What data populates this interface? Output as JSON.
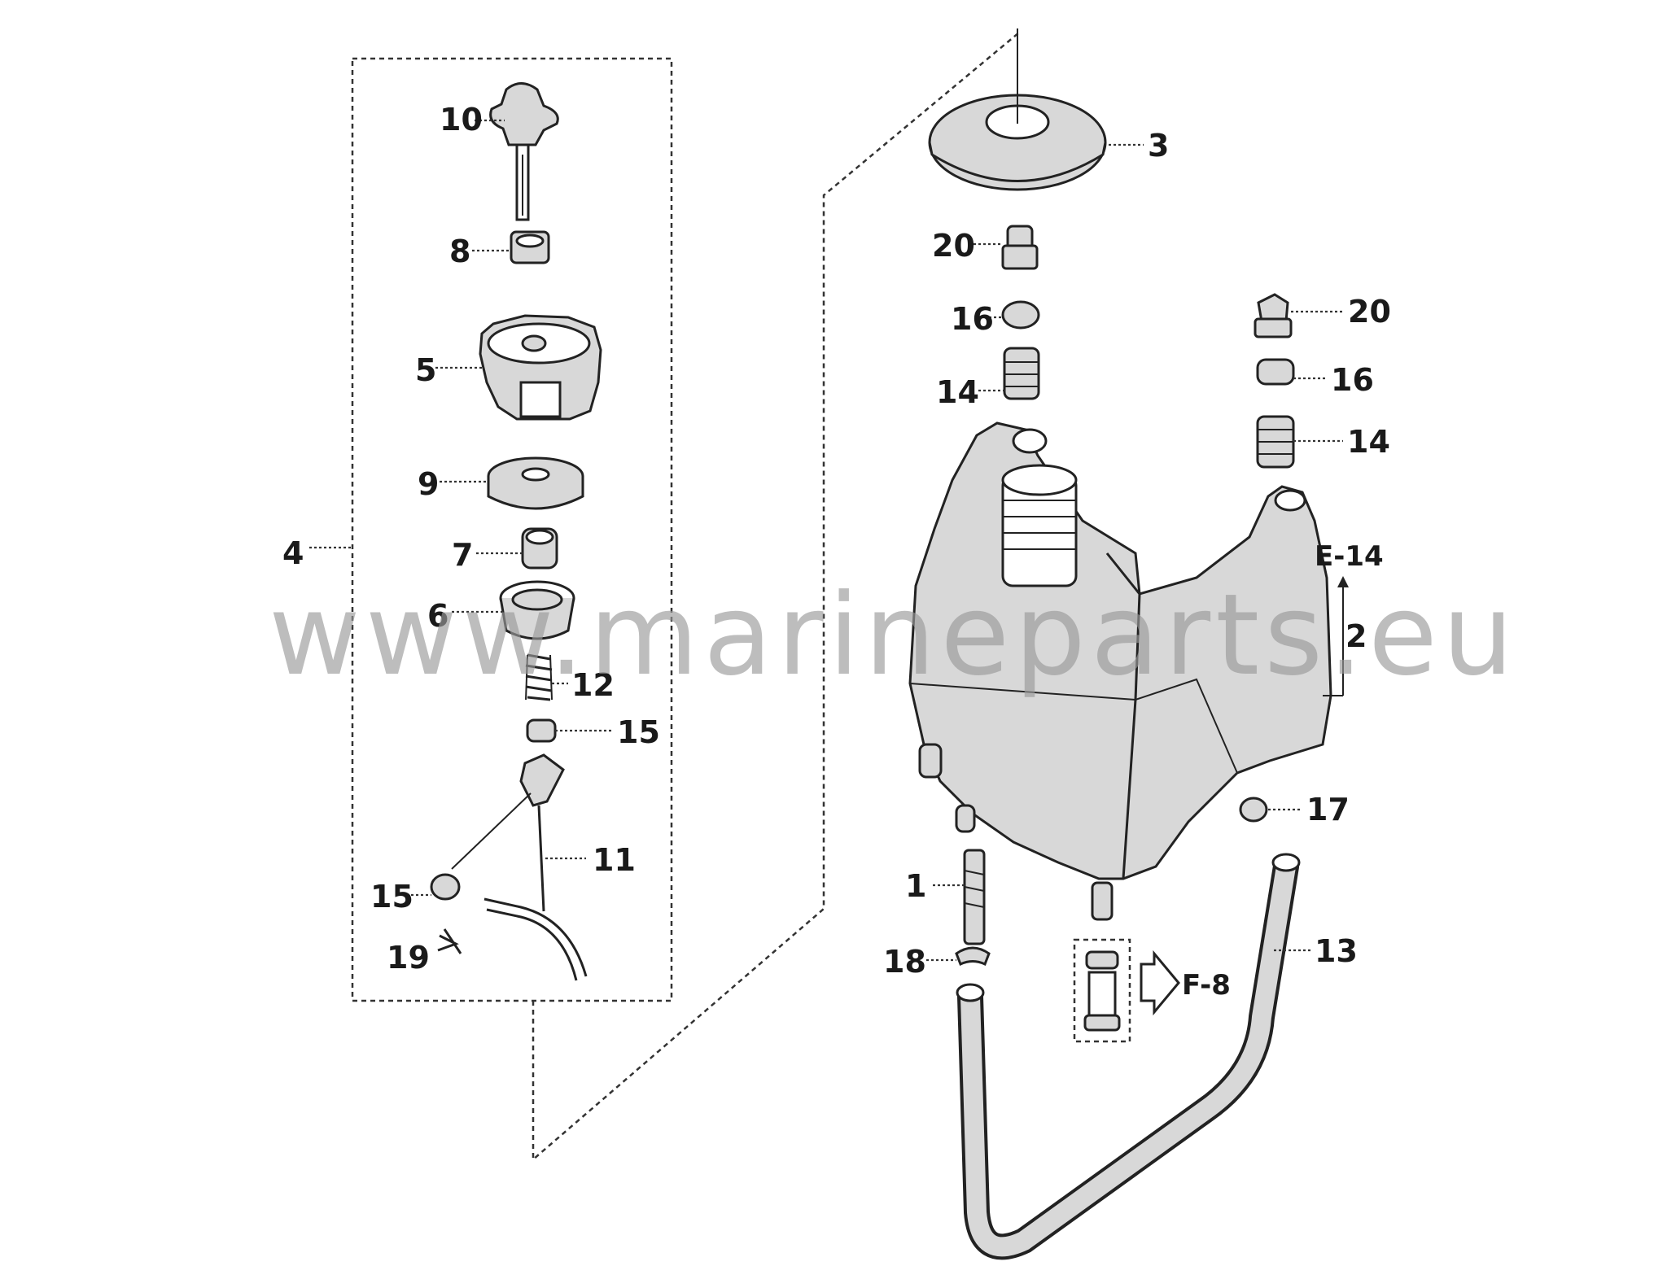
{
  "labels": {
    "p1": "1",
    "p2": "2",
    "p3": "3",
    "p4": "4",
    "p5": "5",
    "p6": "6",
    "p7": "7",
    "p8": "8",
    "p9": "9",
    "p10": "10",
    "p11": "11",
    "p12": "12",
    "p13": "13",
    "p14a": "14",
    "p14b": "14",
    "p15a": "15",
    "p15b": "15",
    "p16a": "16",
    "p16b": "16",
    "p17": "17",
    "p18": "18",
    "p19": "19",
    "p20a": "20",
    "p20b": "20"
  },
  "references": {
    "e14": "E-14",
    "f8": "F-8"
  },
  "watermark": "www.marineparts.eu"
}
